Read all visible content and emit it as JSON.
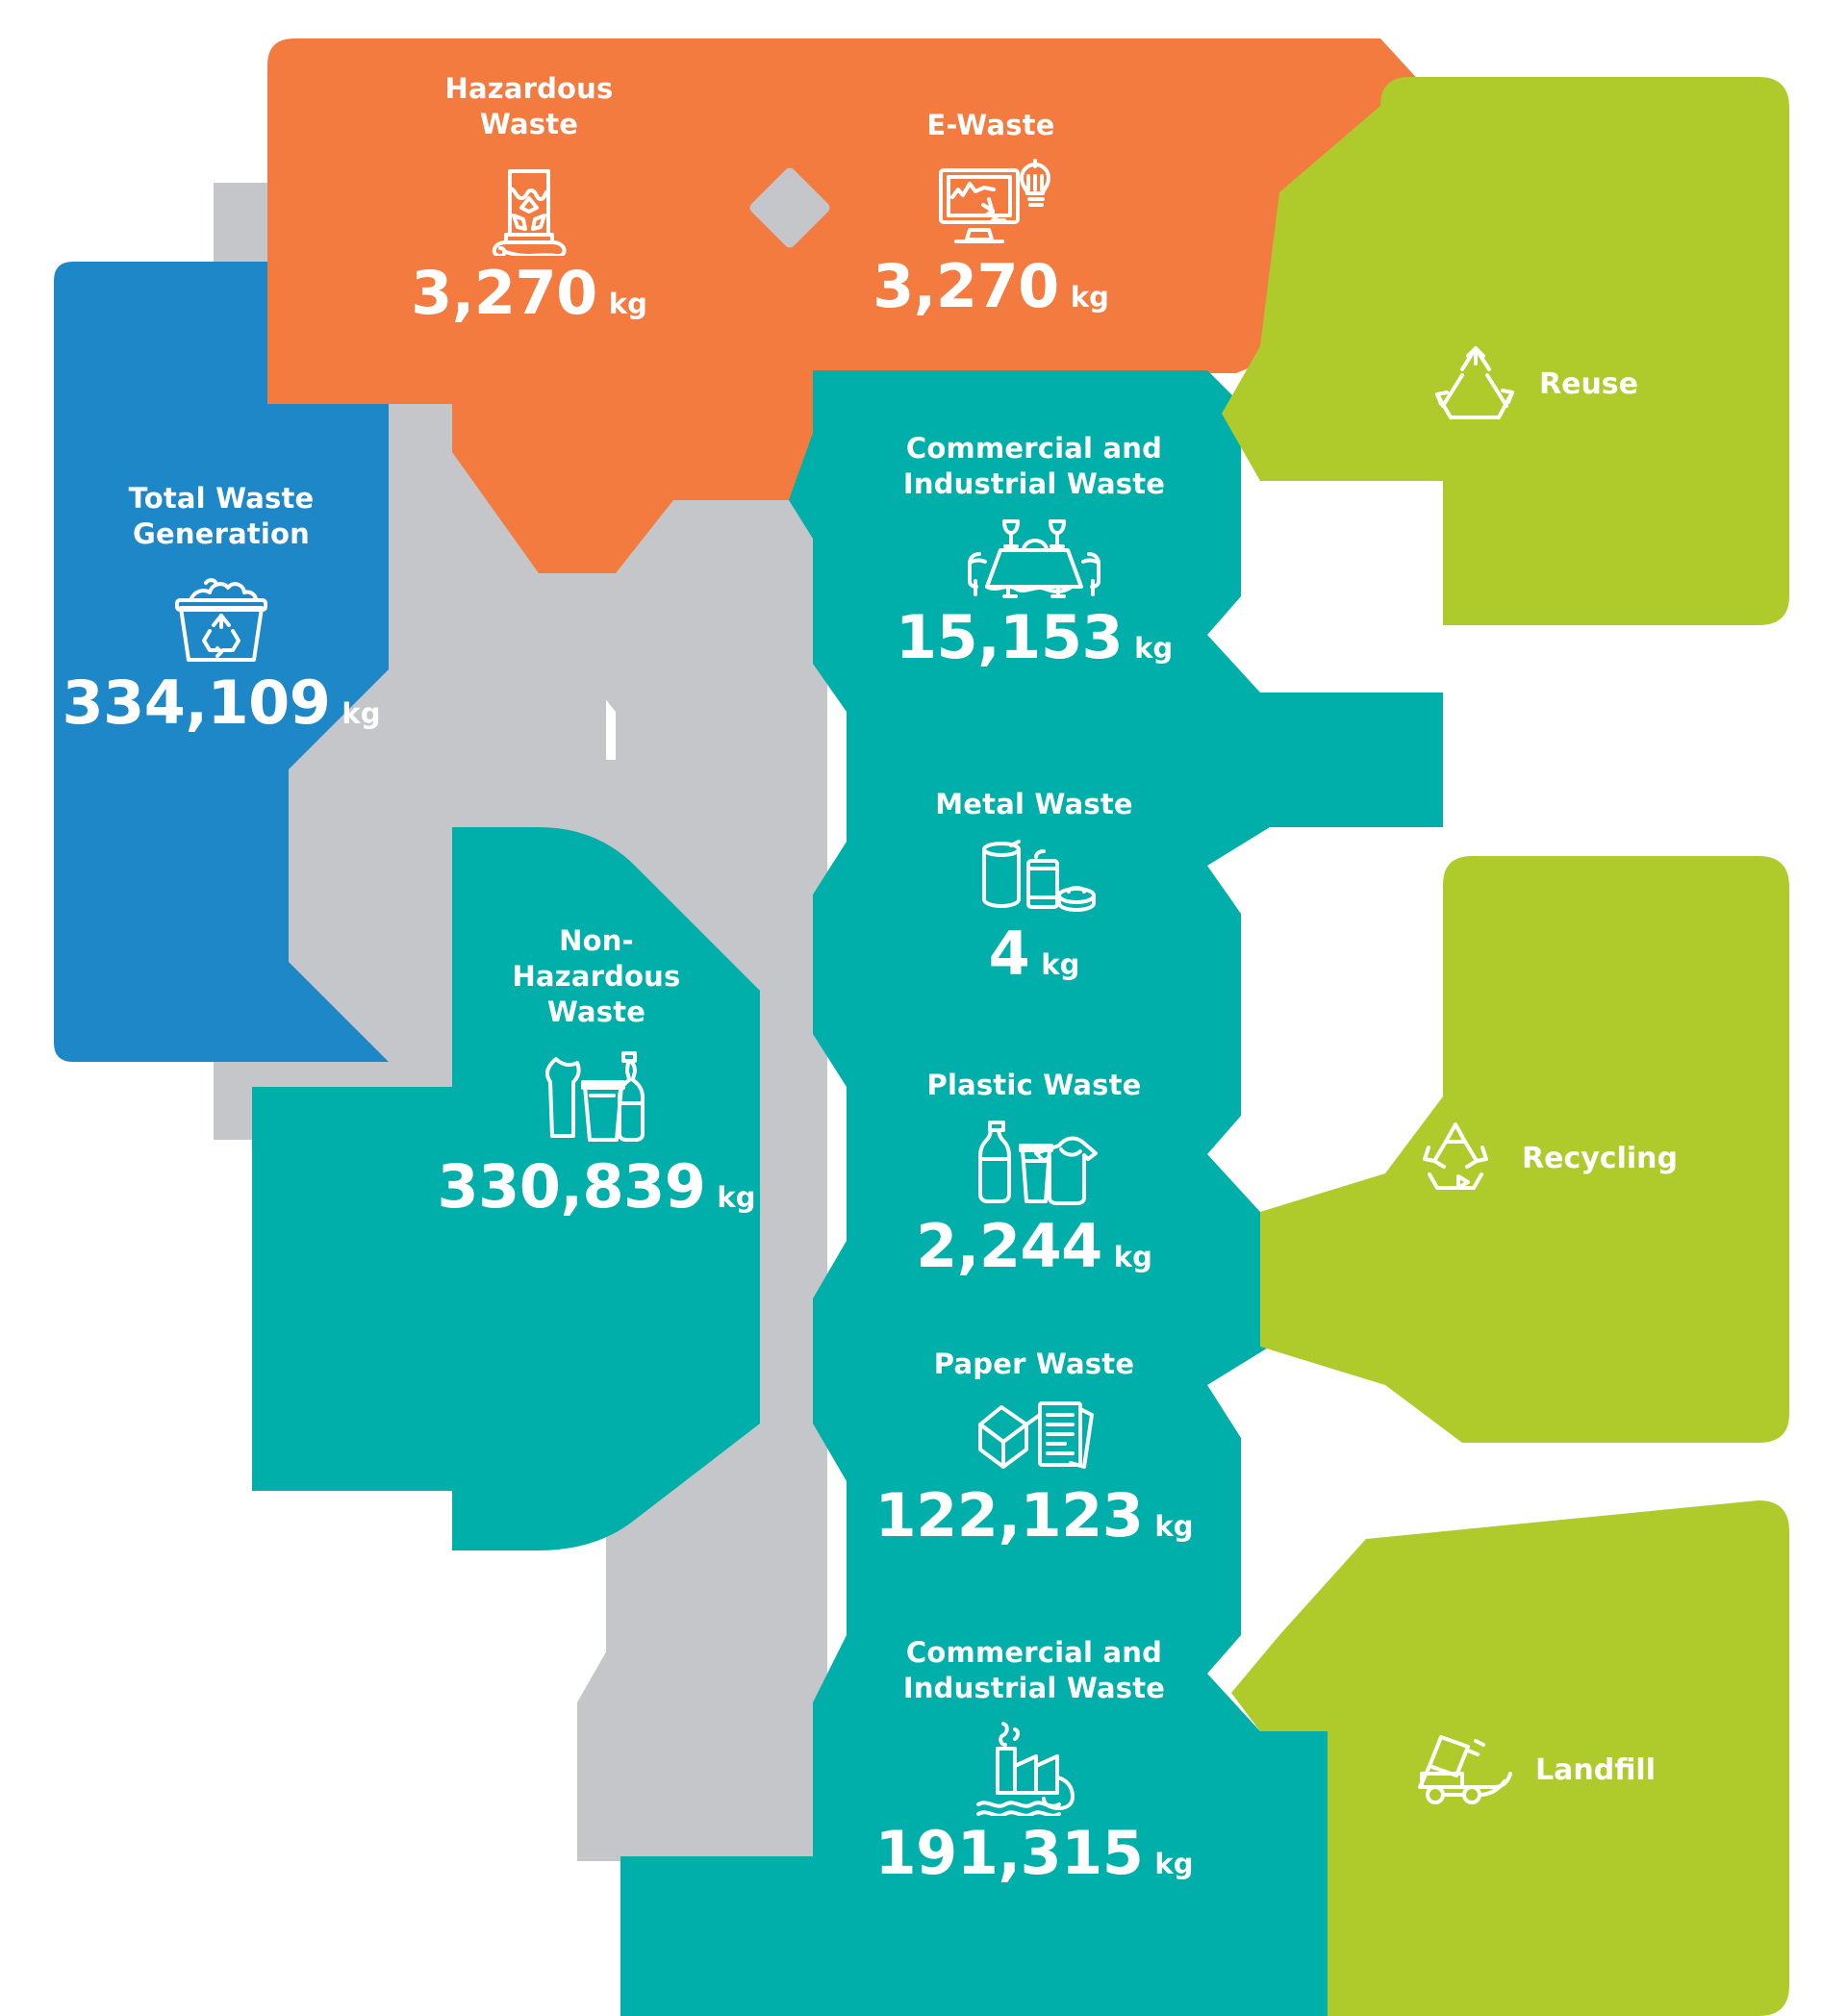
{
  "colors": {
    "total": "#1E87C8",
    "hazardous": "#F47B40",
    "nonhazardous": "#00AFAA",
    "destination": "#AFCB2B",
    "link": "#C4C6C9",
    "text": "#FFFFFF",
    "background": "#FFFFFF"
  },
  "unit": "kg",
  "chart_data": {
    "type": "sankey",
    "title": "Waste Generation Flow",
    "unit": "kg",
    "nodes": [
      {
        "id": "total",
        "label": "Total Waste Generation",
        "value": 334109,
        "value_display": "334,109",
        "color": "#1E87C8",
        "icon": "waste-bin-recycle-icon"
      },
      {
        "id": "hazardous",
        "label": "Hazardous Waste",
        "value": 3270,
        "value_display": "3,270",
        "color": "#F47B40",
        "icon": "hazardous-beaker-icon"
      },
      {
        "id": "ewaste",
        "label": "E-Waste",
        "value": 3270,
        "value_display": "3,270",
        "color": "#F47B40",
        "icon": "monitor-bulb-icon"
      },
      {
        "id": "nonhazardous",
        "label": "Non-Hazardous Waste",
        "value": 330839,
        "value_display": "330,839",
        "color": "#00AFAA",
        "icon": "plastic-bottle-cup-icon"
      },
      {
        "id": "ciw_top",
        "label": "Commercial and Industrial Waste",
        "value": 15153,
        "value_display": "15,153",
        "color": "#00AFAA",
        "icon": "dining-table-icon"
      },
      {
        "id": "metal",
        "label": "Metal Waste",
        "value": 4,
        "value_display": "4",
        "color": "#00AFAA",
        "icon": "metal-cans-icon"
      },
      {
        "id": "plastic",
        "label": "Plastic Waste",
        "value": 2244,
        "value_display": "2,244",
        "color": "#00AFAA",
        "icon": "plastic-bottles-bag-icon"
      },
      {
        "id": "paper",
        "label": "Paper Waste",
        "value": 122123,
        "value_display": "122,123",
        "color": "#00AFAA",
        "icon": "paper-box-documents-icon"
      },
      {
        "id": "ciw_bottom",
        "label": "Commercial and Industrial Waste",
        "value": 191315,
        "value_display": "191,315",
        "color": "#00AFAA",
        "icon": "factory-pollution-icon"
      },
      {
        "id": "reuse",
        "label": "Reuse",
        "color": "#AFCB2B",
        "icon": "reuse-arrows-icon"
      },
      {
        "id": "recycling",
        "label": "Recycling",
        "color": "#AFCB2B",
        "icon": "recycling-arrows-icon"
      },
      {
        "id": "landfill",
        "label": "Landfill",
        "color": "#AFCB2B",
        "icon": "landfill-truck-icon"
      }
    ],
    "links": [
      {
        "source": "total",
        "target": "hazardous",
        "value": 3270
      },
      {
        "source": "total",
        "target": "nonhazardous",
        "value": 330839
      },
      {
        "source": "hazardous",
        "target": "ewaste",
        "value": 3270
      },
      {
        "source": "ewaste",
        "target": "reuse",
        "value": 3270
      },
      {
        "source": "nonhazardous",
        "target": "ciw_top",
        "value": 15153
      },
      {
        "source": "nonhazardous",
        "target": "metal",
        "value": 4
      },
      {
        "source": "nonhazardous",
        "target": "plastic",
        "value": 2244
      },
      {
        "source": "nonhazardous",
        "target": "paper",
        "value": 122123
      },
      {
        "source": "nonhazardous",
        "target": "ciw_bottom",
        "value": 191315
      },
      {
        "source": "ciw_top",
        "target": "reuse",
        "value": 15153
      },
      {
        "source": "metal",
        "target": "recycling",
        "value": 4
      },
      {
        "source": "plastic",
        "target": "recycling",
        "value": 2244
      },
      {
        "source": "paper",
        "target": "recycling",
        "value": 122123
      },
      {
        "source": "ciw_bottom",
        "target": "landfill",
        "value": 191315
      }
    ]
  },
  "nodes": {
    "total": {
      "title": "Total Waste\nGeneration",
      "value": "334,109",
      "unit": "kg"
    },
    "hazardous": {
      "title": "Hazardous\nWaste",
      "value": "3,270",
      "unit": "kg"
    },
    "ewaste": {
      "title": "E-Waste",
      "value": "3,270",
      "unit": "kg"
    },
    "nonhazardous": {
      "title": "Non-\nHazardous\nWaste",
      "value": "330,839",
      "unit": "kg"
    },
    "ciw_top": {
      "title": "Commercial and\nIndustrial Waste",
      "value": "15,153",
      "unit": "kg"
    },
    "metal": {
      "title": "Metal Waste",
      "value": "4",
      "unit": "kg"
    },
    "plastic": {
      "title": "Plastic Waste",
      "value": "2,244",
      "unit": "kg"
    },
    "paper": {
      "title": "Paper Waste",
      "value": "122,123",
      "unit": "kg"
    },
    "ciw_bottom": {
      "title": "Commercial and\nIndustrial Waste",
      "value": "191,315",
      "unit": "kg"
    }
  },
  "destinations": {
    "reuse": {
      "label": "Reuse"
    },
    "recycling": {
      "label": "Recycling"
    },
    "landfill": {
      "label": "Landfill"
    }
  }
}
